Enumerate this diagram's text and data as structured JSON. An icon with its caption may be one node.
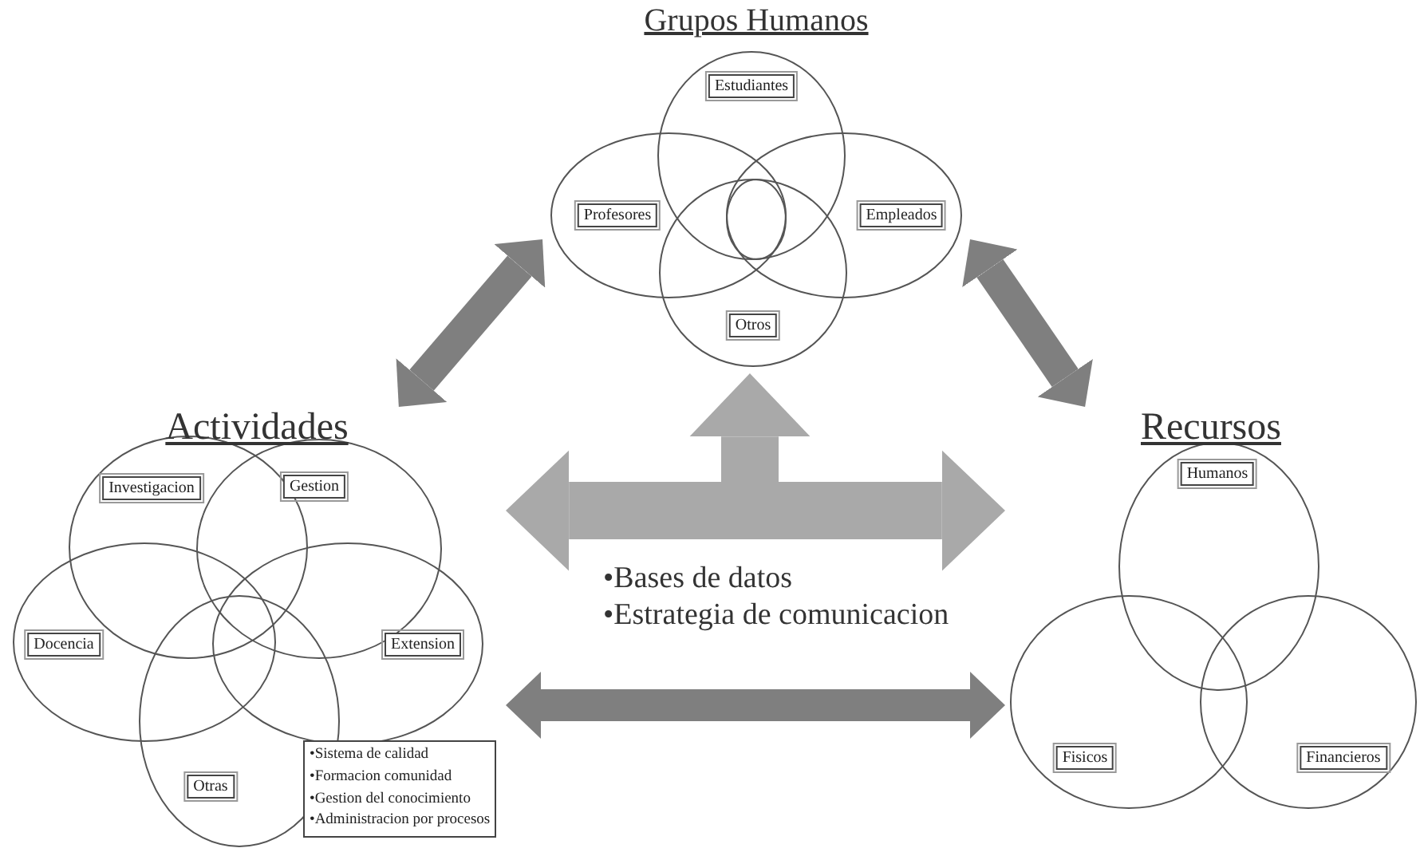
{
  "diagram": {
    "nodes": [
      {
        "text": [
          "Grupos Humanos"
        ]
      },
      {
        "text": [
          "Estudiantes"
        ],
        "in": 0
      },
      {
        "text": [
          "Profesores"
        ],
        "in": 0
      },
      {
        "text": [
          "Empleados"
        ],
        "in": 0
      },
      {
        "text": [
          "Otros"
        ],
        "in": 0
      },
      {
        "text": [],
        "shape": "circle"
      },
      {
        "text": [
          "Actividades"
        ]
      },
      {
        "text": [
          "Investigacion"
        ],
        "in": 6
      },
      {
        "text": [
          "Gestion"
        ],
        "in": 6
      },
      {
        "text": [
          "Docencia"
        ],
        "in": 6
      },
      {
        "text": [
          "Extension"
        ],
        "in": 6
      },
      {
        "text": [
          "Otras"
        ],
        "in": 6
      },
      {
        "text": [
          "•Sistema de calidad",
          "•Formacion comunidad",
          "•Gestion del conocimiento",
          "•Administracion por procesos"
        ],
        "in": 6
      },
      {
        "text": [
          "Recursos"
        ]
      },
      {
        "text": [
          "Humanos"
        ],
        "in": 13
      },
      {
        "text": [
          "Fisicos"
        ],
        "in": 13
      },
      {
        "text": [
          "Financieros"
        ],
        "in": 13
      }
    ],
    "edges": [
      {
        "from": 6,
        "to": 0,
        "arrow": "both"
      },
      {
        "from": 0,
        "to": 13,
        "arrow": "both"
      },
      {
        "from": 6,
        "to": 13,
        "arrow": "both",
        "style": "thick",
        "color": "#a9a9a9"
      },
      {
        "from": null,
        "to": 0,
        "arrow": "to",
        "style": "thick",
        "color": "#a9a9a9"
      },
      {
        "from": 6,
        "to": 13,
        "arrow": "both"
      }
    ],
    "labels": [
      "•Bases de datos",
      "•Estrategia de comunicacion"
    ]
  }
}
